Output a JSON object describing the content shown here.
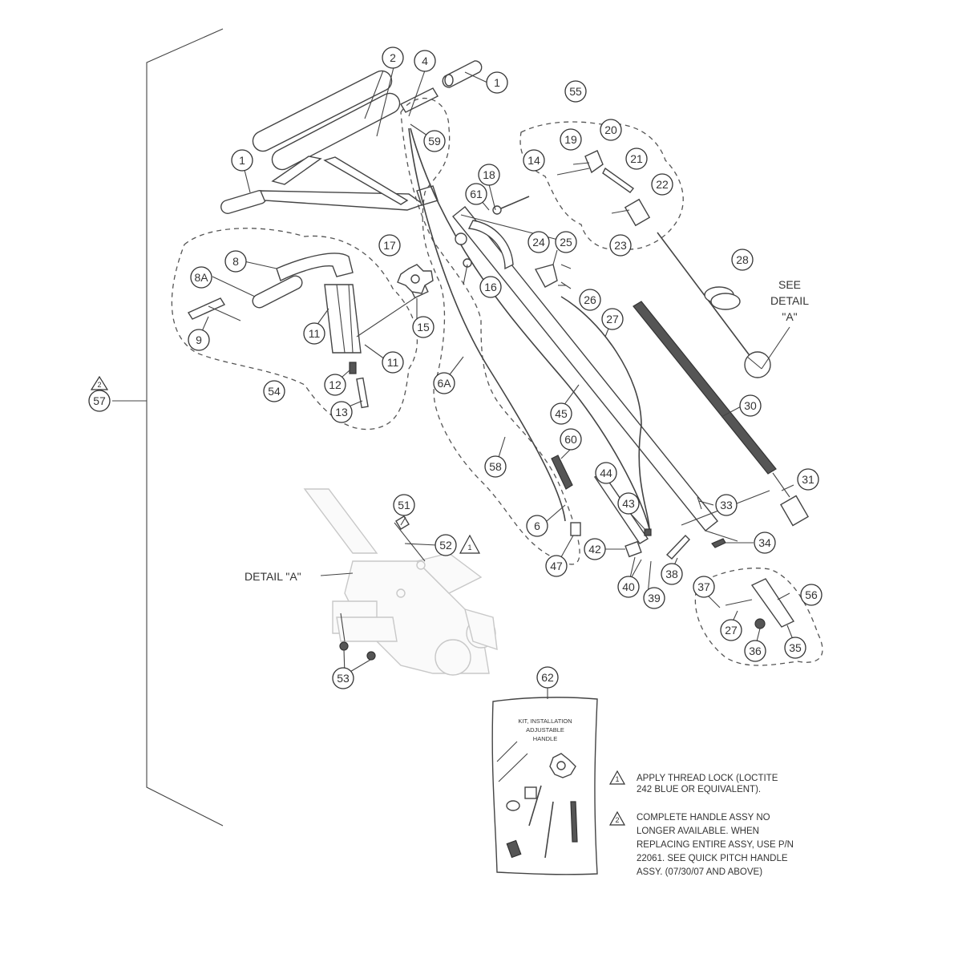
{
  "callouts": [
    {
      "n": "1"
    },
    {
      "n": "1"
    },
    {
      "n": "2"
    },
    {
      "n": "4"
    },
    {
      "n": "59"
    },
    {
      "n": "55"
    },
    {
      "n": "19"
    },
    {
      "n": "20"
    },
    {
      "n": "14"
    },
    {
      "n": "21"
    },
    {
      "n": "22"
    },
    {
      "n": "18"
    },
    {
      "n": "61"
    },
    {
      "n": "23"
    },
    {
      "n": "17"
    },
    {
      "n": "24"
    },
    {
      "n": "25"
    },
    {
      "n": "28"
    },
    {
      "n": "8"
    },
    {
      "n": "8A"
    },
    {
      "n": "16"
    },
    {
      "n": "26"
    },
    {
      "n": "15"
    },
    {
      "n": "27"
    },
    {
      "n": "9"
    },
    {
      "n": "11"
    },
    {
      "n": "11"
    },
    {
      "n": "12"
    },
    {
      "n": "6A"
    },
    {
      "n": "54"
    },
    {
      "n": "13"
    },
    {
      "n": "45"
    },
    {
      "n": "30"
    },
    {
      "n": "57"
    },
    {
      "n": "60"
    },
    {
      "n": "58"
    },
    {
      "n": "44"
    },
    {
      "n": "31"
    },
    {
      "n": "51"
    },
    {
      "n": "43"
    },
    {
      "n": "33"
    },
    {
      "n": "52"
    },
    {
      "n": "6"
    },
    {
      "n": "42"
    },
    {
      "n": "34"
    },
    {
      "n": "47"
    },
    {
      "n": "38"
    },
    {
      "n": "40"
    },
    {
      "n": "39"
    },
    {
      "n": "37"
    },
    {
      "n": "56"
    },
    {
      "n": "27"
    },
    {
      "n": "36"
    },
    {
      "n": "35"
    },
    {
      "n": "53"
    },
    {
      "n": "62"
    }
  ],
  "labels": {
    "see_detail_line1": "SEE",
    "see_detail_line2": "DETAIL",
    "see_detail_line3": "\"A\"",
    "detail_a": "DETAIL \"A\""
  },
  "kit_label": [
    "KIT, INSTALLATION",
    "ADJUSTABLE",
    "HANDLE"
  ],
  "note_markers": {
    "n1": "1",
    "n2": "2"
  },
  "notes": [
    {
      "marker": "1",
      "lines": [
        "APPLY THREAD LOCK (LOCTITE",
        "242 BLUE OR EQUIVALENT)."
      ]
    },
    {
      "marker": "2",
      "lines": [
        "COMPLETE HANDLE ASSY NO",
        "LONGER AVAILABLE. WHEN",
        "REPLACING ENTIRE ASSY, USE P/N",
        "22061. SEE QUICK PITCH HANDLE",
        "ASSY. (07/30/07 AND ABOVE)"
      ]
    }
  ]
}
